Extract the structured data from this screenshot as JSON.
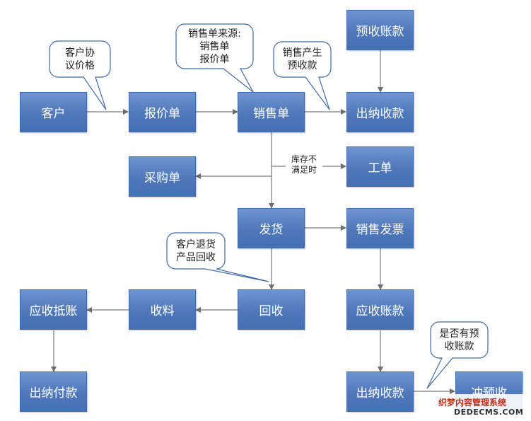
{
  "nodes": {
    "customer": "客户",
    "quotation": "报价单",
    "sales_order": "销售单",
    "advance_receivable": "预收账款",
    "cashier_receipt_top": "出纳收款",
    "purchase_order": "采购单",
    "work_order": "工单",
    "shipment": "发货",
    "sales_invoice": "销售发票",
    "receivable_offset": "应收抵账",
    "receiving": "收料",
    "return": "回收",
    "accounts_receivable": "应收账款",
    "cashier_payment": "出纳付款",
    "cashier_receipt_bottom": "出纳收款",
    "offset_advance": "冲预收"
  },
  "callouts": {
    "customer_agreed_price": "客户协\n议价格",
    "sales_order_source": "销售单来源:\n销售单\n报价单",
    "sales_advance": "销售产生\n预收款",
    "customer_return": "客户退货\n产品回收",
    "has_advance": "是否有预\n收账款"
  },
  "edge_labels": {
    "insufficient_stock": "库存不\n满足时"
  },
  "watermark": {
    "line1": "织梦内容管理系统",
    "line2": "DEDECMS.COM"
  },
  "colors": {
    "node_fill": "#4f78bb",
    "node_border": "#3f6aa8",
    "arrow": "#7a7a7a",
    "callout_border": "#3f6aa8"
  }
}
